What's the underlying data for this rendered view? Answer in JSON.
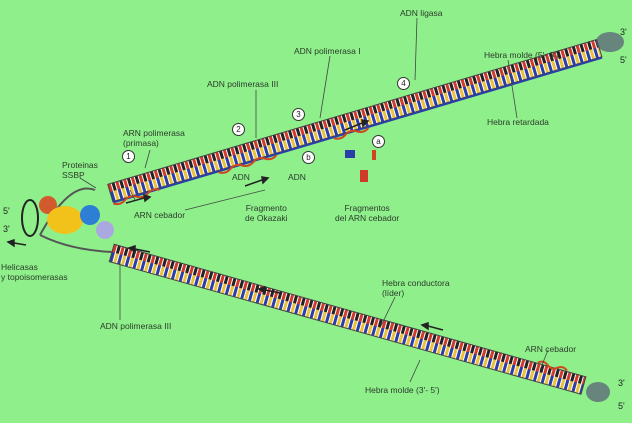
{
  "labels": {
    "adn_ligasa": "ADN ligasa",
    "adn_pol_1": "ADN polimerasa I",
    "hebra_molde_53": "Hebra molde (5'- 3')",
    "adn_pol_3_top": "ADN polimerasa III",
    "hebra_retardada": "Hebra retardada",
    "arn_pol_1": "ARN polimerasa",
    "arn_pol_2": "(primasa)",
    "ssbp_1": "Proteinas",
    "ssbp_2": "SSBP",
    "adn_1": "ADN",
    "adn_2": "ADN",
    "arn_cebador_top": "ARN cebador",
    "okazaki_1": "Fragmento",
    "okazaki_2": "de Okazaki",
    "frag_arn_1": "Fragmentos",
    "frag_arn_2": "del ARN cebador",
    "helicasas_1": "Helicasas",
    "helicasas_2": "y topoisomerasas",
    "adn_pol_3_bottom": "ADN polimerasa III",
    "conductora_1": "Hebra conductora",
    "conductora_2": "(líder)",
    "arn_cebador_bottom": "ARN cebador",
    "hebra_molde_35": "Hebra molde (3'- 5')"
  },
  "steps": [
    "1",
    "2",
    "3",
    "4",
    "a",
    "b"
  ],
  "ends": {
    "left_5": "5'",
    "left_3": "3'",
    "top_right_3": "3'",
    "top_right_5": "5'",
    "bottom_right_3": "3'",
    "bottom_right_5": "5'"
  },
  "colors": {
    "background": "#8ff08b",
    "primer": "#d0461e",
    "strand": "#2a3fa8"
  }
}
